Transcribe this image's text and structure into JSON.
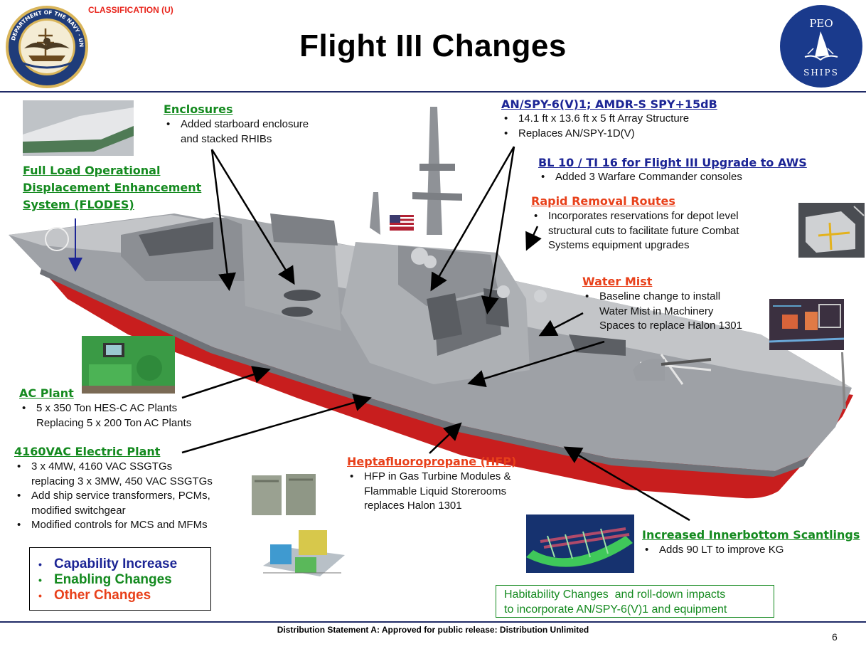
{
  "header": {
    "classification": "CLASSIFICATION (U)",
    "title": "Flight III Changes",
    "navy_seal_text": "DEPARTMENT OF THE NAVY · UNITED STATES OF AMERICA",
    "peo_logo_top": "PEO",
    "peo_logo_bottom": "SHIPS"
  },
  "callouts": {
    "spy6": {
      "title": "AN/SPY-6(V)1; AMDR-S SPY+15dB",
      "bullets": [
        "14.1 ft x 13.6 ft x 5 ft Array Structure",
        "Replaces AN/SPY-1D(V)"
      ]
    },
    "bl10": {
      "title": "BL 10 / TI 16 for Flight III Upgrade to AWS",
      "bullets": [
        "Added 3 Warfare Commander consoles"
      ]
    },
    "rapid": {
      "title": "Rapid Removal Routes",
      "bullets": [
        "Incorporates reservations for depot level\nstructural cuts to facilitate future Combat\nSystems equipment upgrades"
      ]
    },
    "water": {
      "title": "Water Mist",
      "bullets": [
        "Baseline change to install\nWater Mist in Machinery\nSpaces to replace Halon 1301"
      ]
    },
    "enclosures": {
      "title": "Enclosures",
      "bullets": [
        "Added starboard enclosure\nand stacked RHIBs"
      ]
    },
    "flodes": {
      "title_lines": [
        "Full Load Operational",
        "Displacement Enhancement",
        "System (FLODES)"
      ]
    },
    "ac": {
      "title": "AC Plant",
      "bullets": [
        "5 x 350 Ton HES-C AC Plants\nReplacing 5 x 200 Ton AC Plants"
      ]
    },
    "elec": {
      "title": "4160VAC Electric Plant",
      "bullets": [
        "3 x 4MW, 4160 VAC SSGTGs\nreplacing 3 x 3MW, 450 VAC SSGTGs",
        "Add ship service transformers, PCMs,\nmodified switchgear",
        "Modified controls for MCS and MFMs"
      ]
    },
    "hfp": {
      "title": "Heptafluoropropane (HFP)",
      "bullets": [
        "HFP in Gas Turbine Modules &\nFlammable Liquid Storerooms\nreplaces Halon 1301"
      ]
    },
    "inner": {
      "title": "Increased Innerbottom Scantlings",
      "bullets": [
        "Adds 90 LT to improve KG"
      ]
    }
  },
  "legend": {
    "items": [
      {
        "label": "Capability Increase",
        "color": "#1c2595"
      },
      {
        "label": "Enabling Changes",
        "color": "#148a1f"
      },
      {
        "label": "Other Changes",
        "color": "#e8401a"
      }
    ]
  },
  "habitability": {
    "lines": [
      "Habitability Changes  and roll-down impacts",
      "to incorporate AN/SPY-6(V)1 and equipment"
    ]
  },
  "footer": {
    "distribution": "Distribution Statement A:  Approved for public release:  Distribution Unlimited",
    "page_number": "6"
  },
  "colors": {
    "capability_blue": "#1c2595",
    "enabling_green": "#148a1f",
    "other_red": "#e8401a",
    "hull_gray": "#8e9196",
    "hull_red": "#c81e1e",
    "navy_seal": "#1f3c7a",
    "peo_blue": "#1a3a8c"
  }
}
